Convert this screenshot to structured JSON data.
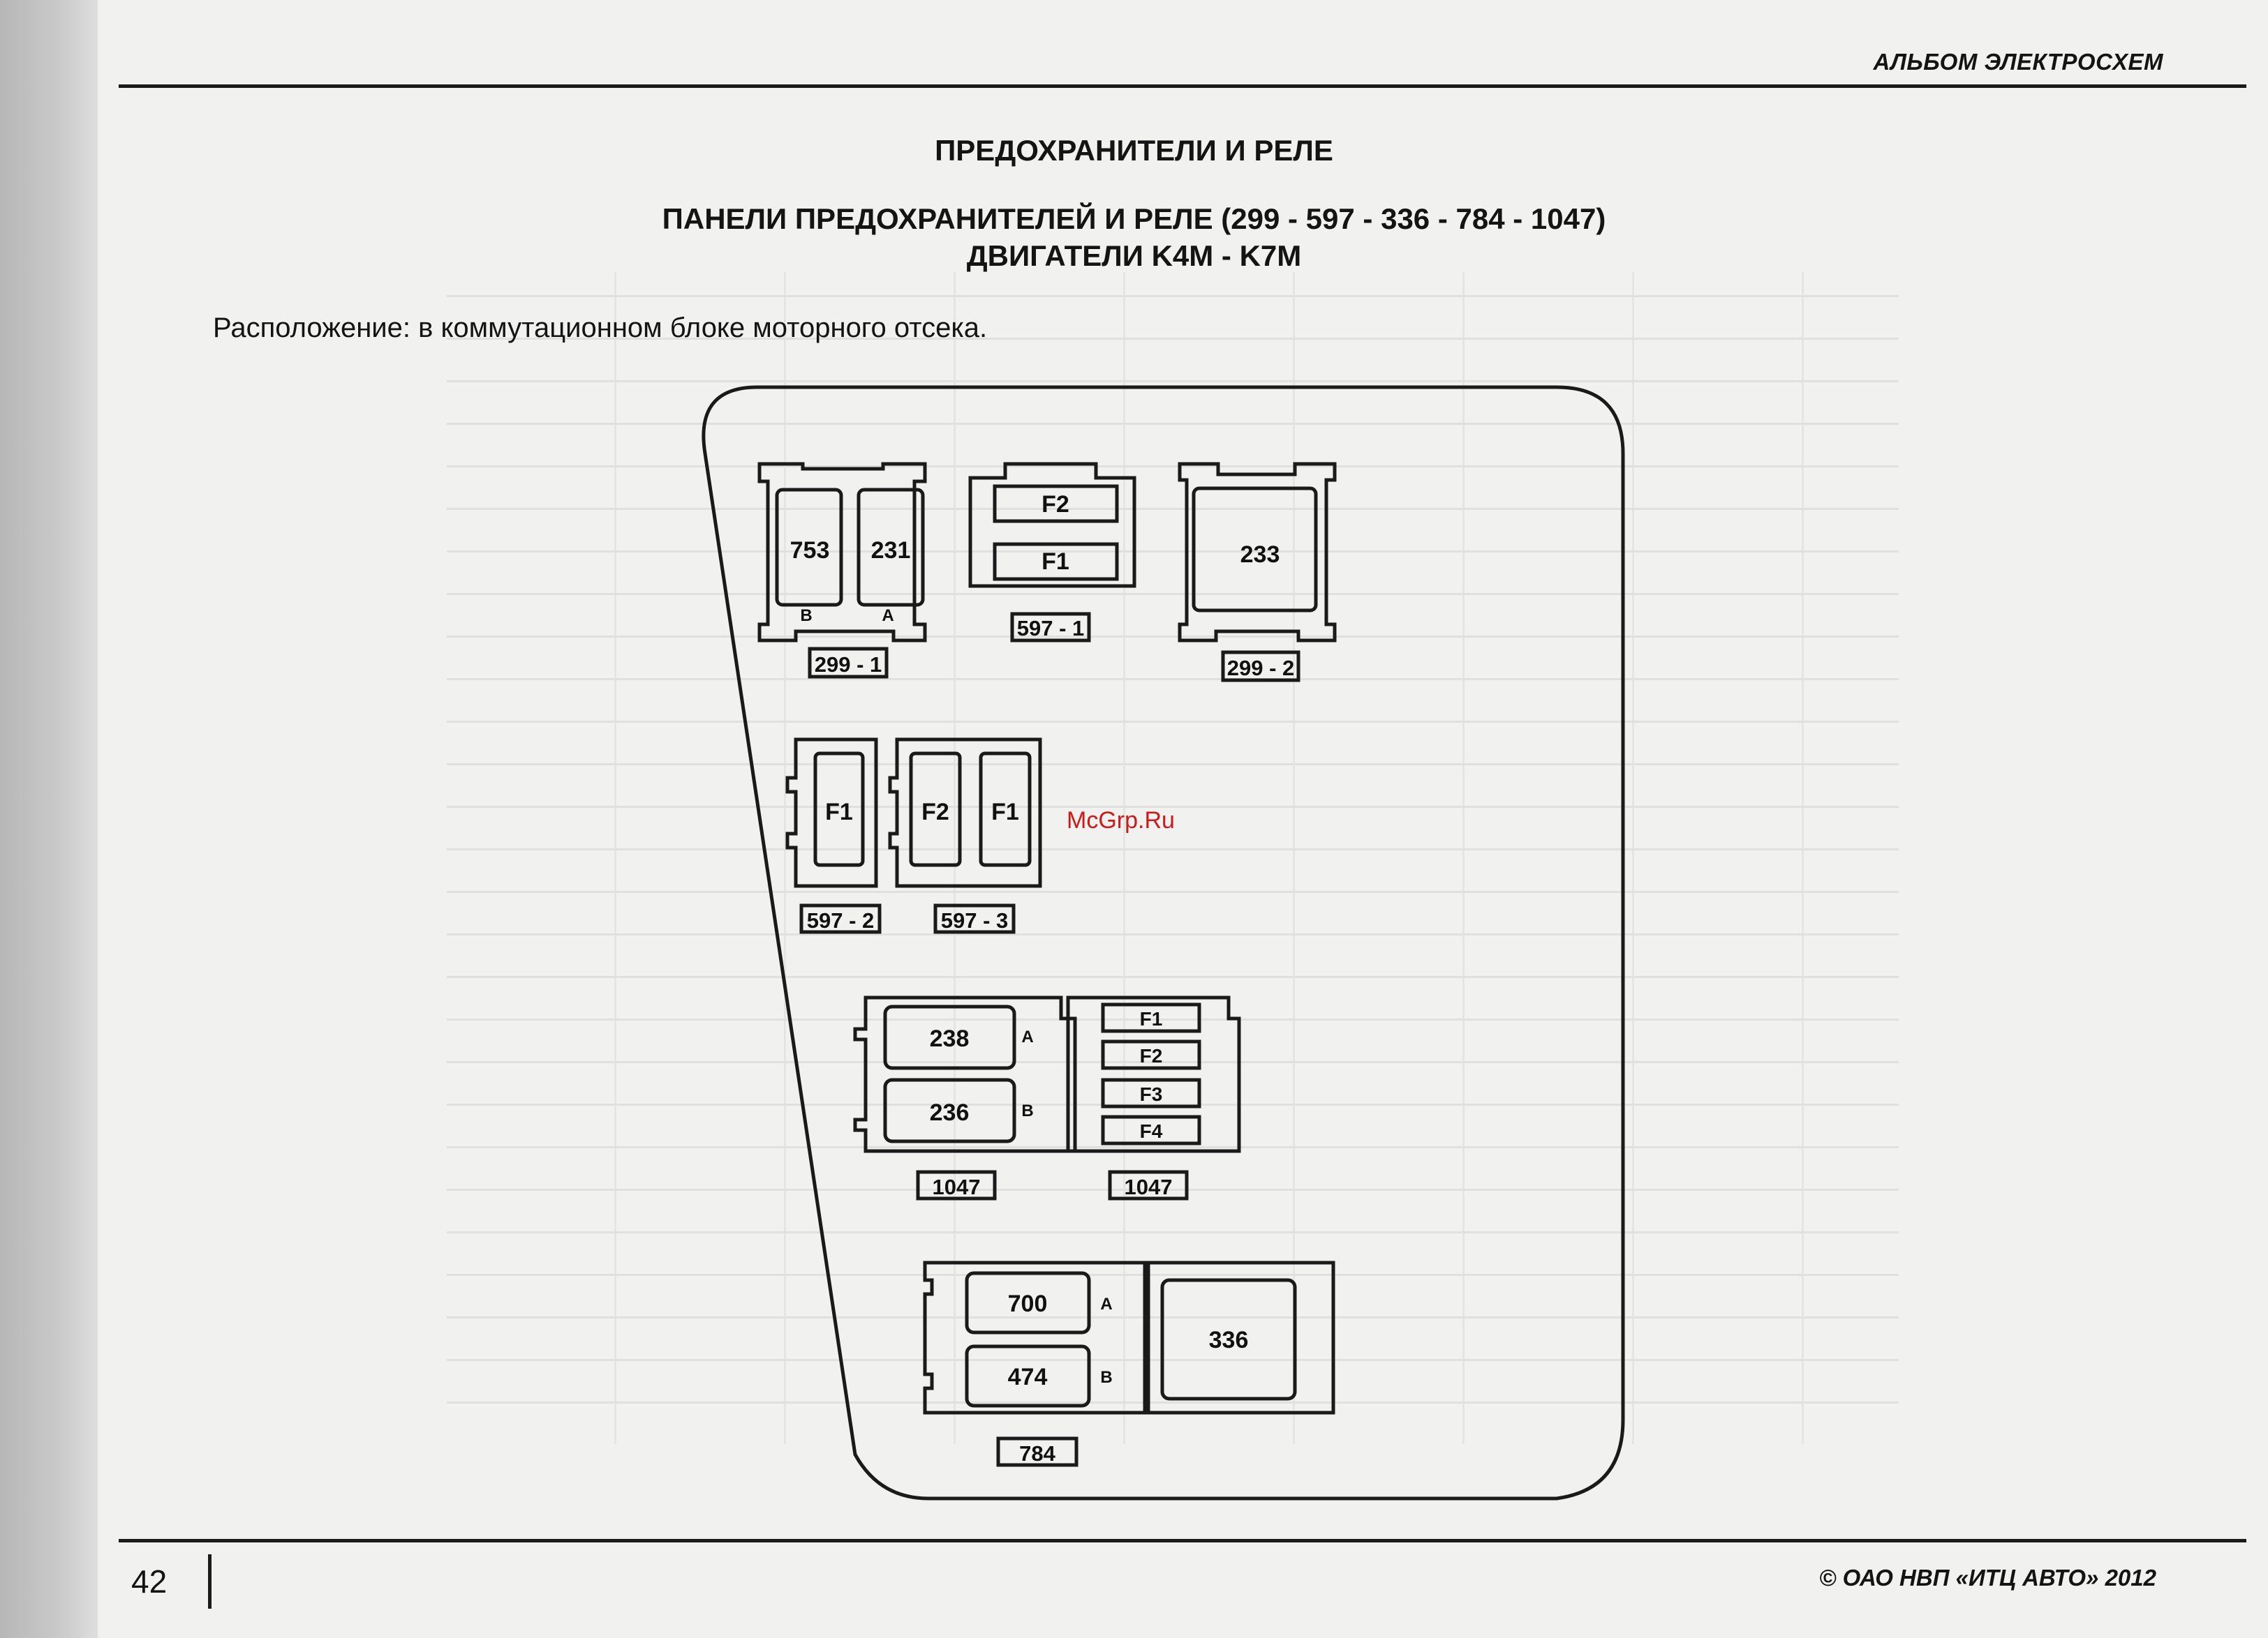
{
  "header": {
    "album_title": "АЛЬБОМ ЭЛЕКТРОСХЕМ"
  },
  "title": {
    "main": "ПРЕДОХРАНИТЕЛИ И РЕЛЕ",
    "sub1": "ПАНЕЛИ ПРЕДОХРАНИТЕЛЕЙ И РЕЛЕ (299 - 597 - 336 - 784 - 1047)",
    "sub2": "ДВИГАТЕЛИ K4M - K7M"
  },
  "location_text": "Расположение: в коммутационном блоке моторного отсека.",
  "watermark": "McGrp.Ru",
  "diagram": {
    "block_299_1": {
      "tag": "299 - 1",
      "relays": [
        "753",
        "231"
      ],
      "pin_b": "B",
      "pin_a": "A"
    },
    "block_597_1": {
      "tag": "597 - 1",
      "fuses": [
        "F2",
        "F1"
      ]
    },
    "block_299_2": {
      "tag": "299 - 2",
      "relay": "233"
    },
    "block_597_2": {
      "tag": "597 - 2",
      "fuse": "F1"
    },
    "block_597_3": {
      "tag": "597 - 3",
      "fuses": [
        "F2",
        "F1"
      ]
    },
    "block_1047_left": {
      "tag": "1047",
      "relays": [
        "238",
        "236"
      ],
      "pin_a": "A",
      "pin_b": "B"
    },
    "block_1047_right": {
      "tag": "1047",
      "fuses": [
        "F1",
        "F2",
        "F3",
        "F4"
      ]
    },
    "block_784": {
      "tag": "784",
      "relays": [
        "700",
        "474"
      ],
      "pin_a": "A",
      "pin_b": "B"
    },
    "block_336": {
      "relay": "336"
    }
  },
  "footer": {
    "page_number": "42",
    "copyright": "©  ОАО НВП «ИТЦ АВТО»  2012"
  }
}
